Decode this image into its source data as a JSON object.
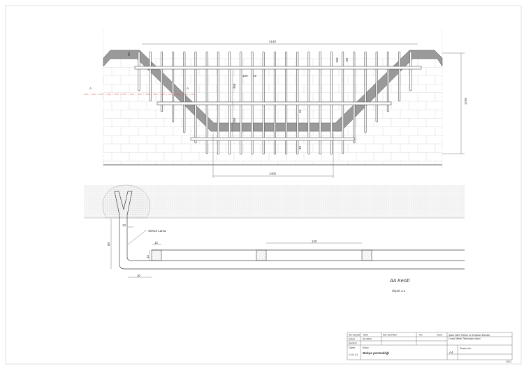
{
  "front_view": {
    "dims": {
      "total_width": "4140",
      "band": "50",
      "top_gap": "150",
      "top_gap2": "60",
      "bar_gap": "120",
      "bar_dia": "72",
      "rail_spacing_1": "356",
      "rail_spacing_2": "356",
      "rail_40_a": "40",
      "rail_40_b": "40",
      "bottom_width": "1400",
      "height": "1750"
    },
    "section_mark": "A"
  },
  "section_view": {
    "dims": {
      "plate_thk": "10",
      "height": "80",
      "bar_w": "12",
      "bar_h": "12",
      "offset": "30",
      "spacing": "120"
    },
    "material_label": "40X10 Lama",
    "title": "AA Kesiti",
    "scale": "Ölçek 1:1"
  },
  "title_block": {
    "no_label": "Ad-Soyad",
    "date_label": "Tarih",
    "name": "Adı SOYADI",
    "no": "No",
    "signature": "İmza",
    "drawer": "Çizen",
    "date": "02.2021",
    "control": "Kontrol",
    "school_line1": "Şakir NAS Teknik ve Endüstri Meslek",
    "school_line2": "Lisesi Metal Teknolojisi Alanı",
    "scale_label": "Ölçek",
    "scale": "1:10-1:1",
    "subject_label": "Konu:",
    "subject": "Bahçe parmaklığı",
    "paper": "A4",
    "drawing_no": "Resim No:",
    "year": "2021"
  },
  "colors": {
    "band": "#9a9a9a",
    "line": "#444444",
    "brick": "#d8d8d8",
    "red": "#e03030"
  }
}
